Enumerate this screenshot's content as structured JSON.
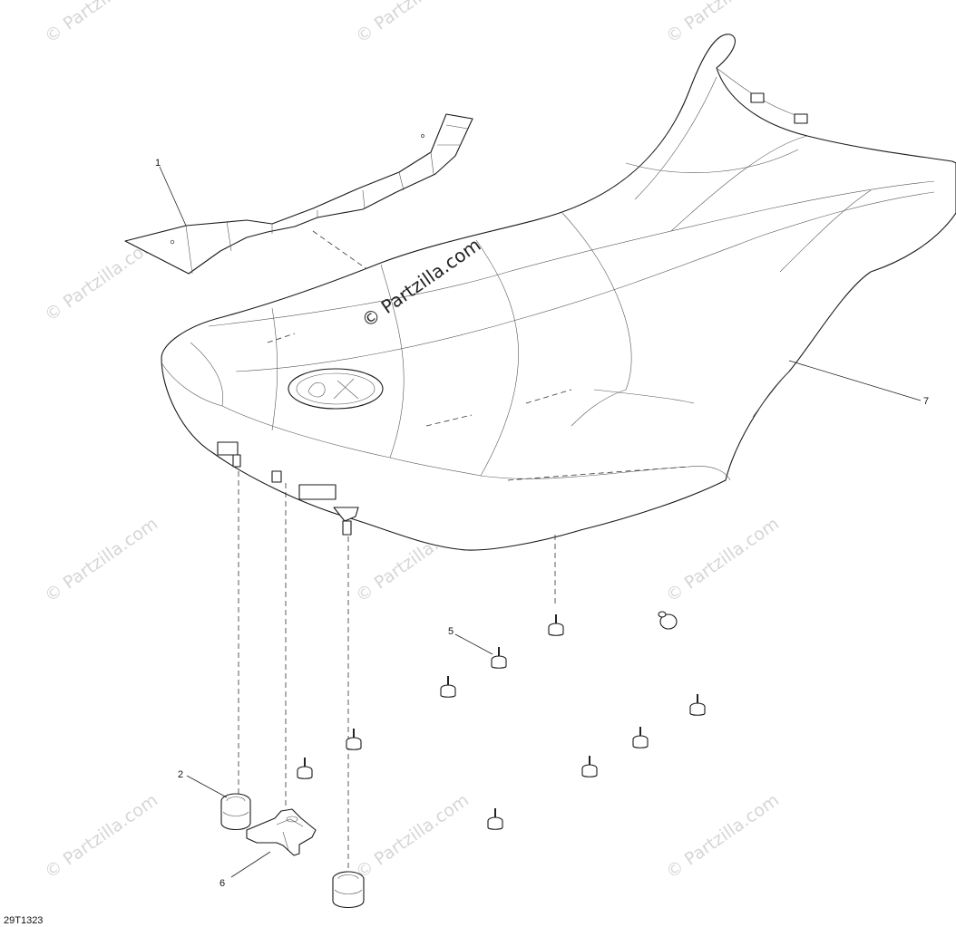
{
  "diagram": {
    "figure_code": "29T1323",
    "watermark_text": "© Partzilla.com",
    "callouts": [
      "1",
      "2",
      "5",
      "6",
      "7"
    ]
  }
}
